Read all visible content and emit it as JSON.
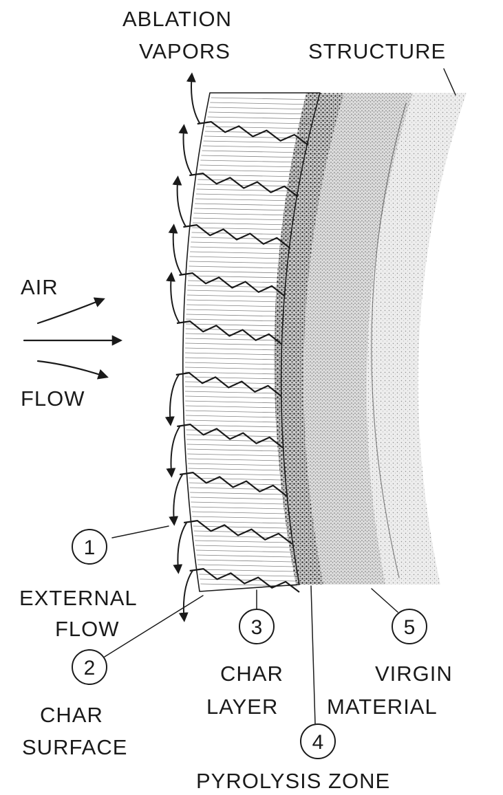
{
  "labels": {
    "ablation_line1": "ABLATION",
    "ablation_line2": "VAPORS",
    "structure": "STRUCTURE",
    "air": "AIR",
    "flow": "FLOW",
    "external_line1": "EXTERNAL",
    "external_line2": "FLOW",
    "char_surface_line1": "CHAR",
    "char_surface_line2": "SURFACE",
    "char_layer_line1": "CHAR",
    "char_layer_line2": "LAYER",
    "virgin_line1": "VIRGIN",
    "virgin_line2": "MATERIAL",
    "pyrolysis": "PYROLYSIS ZONE"
  },
  "callouts": {
    "n1": "1",
    "n2": "2",
    "n3": "3",
    "n4": "4",
    "n5": "5"
  },
  "colors": {
    "ink": "#1a1a1a",
    "structure_fill": "#e9e9e9",
    "virgin_fill": "#d4d4d4",
    "pyrolysis_fill": "#9a9a9a",
    "char_fill": "#f4f4f4"
  }
}
